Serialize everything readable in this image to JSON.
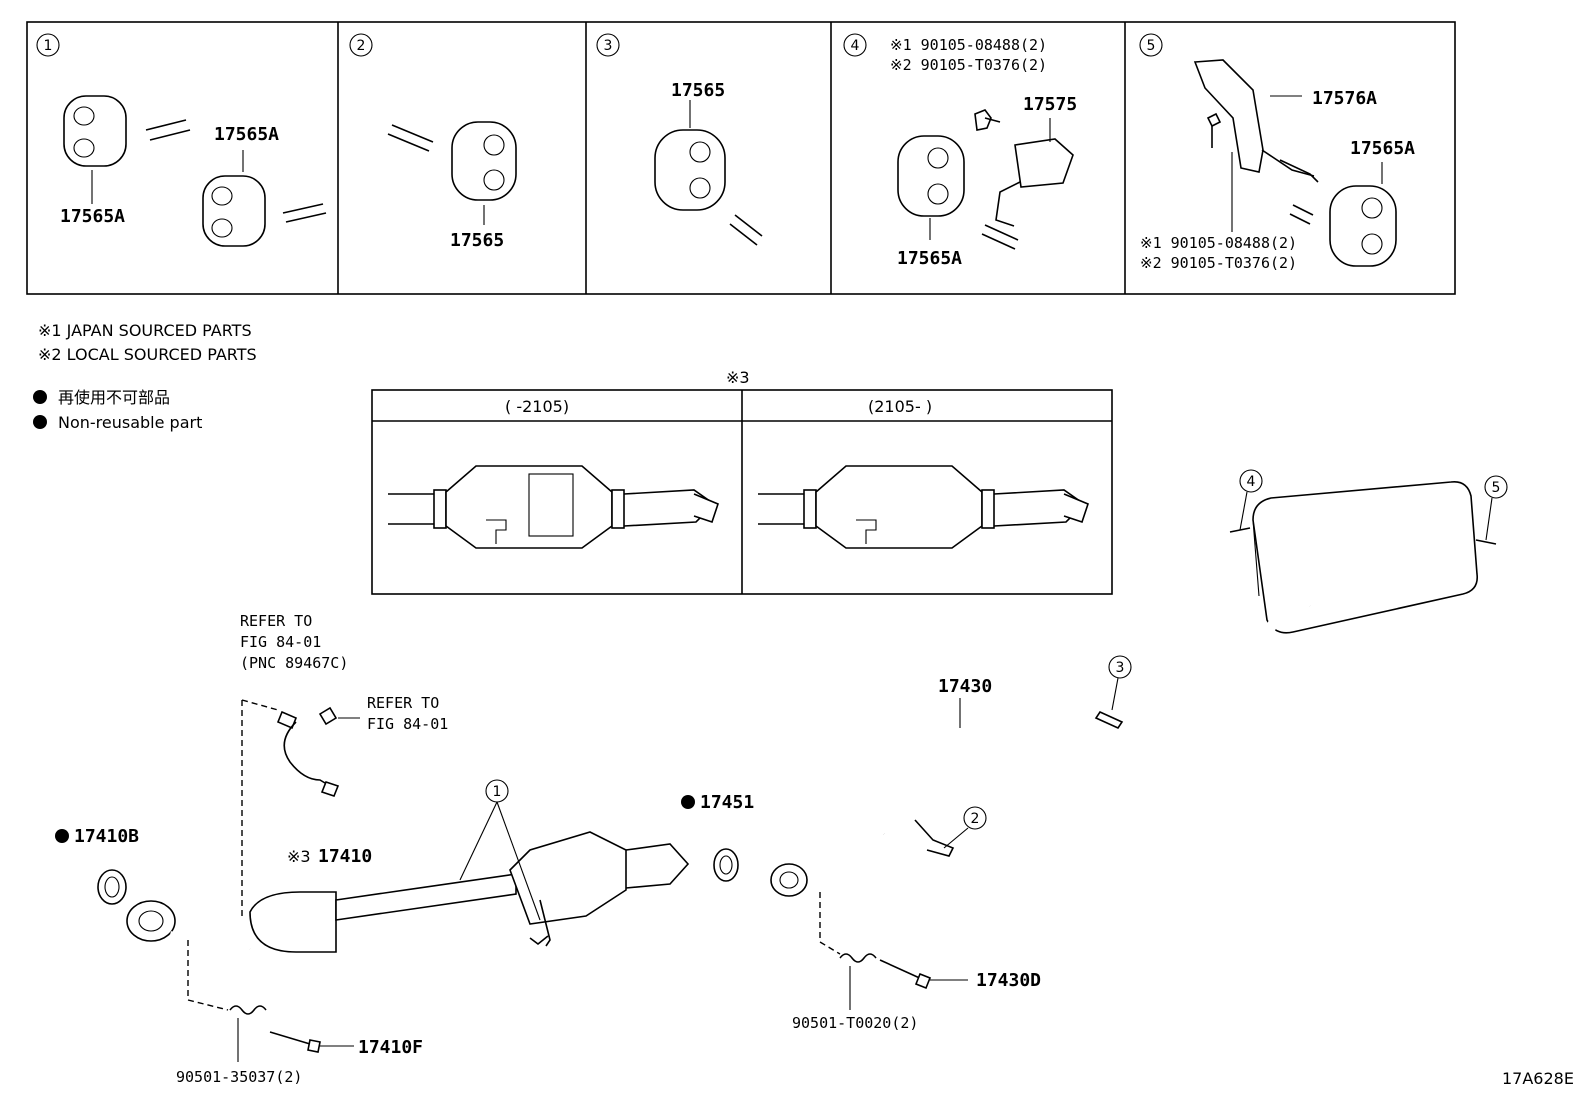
{
  "panels": [
    {
      "num": "1",
      "labels": [
        "17565A",
        "17565A"
      ]
    },
    {
      "num": "2",
      "labels": [
        "17565"
      ]
    },
    {
      "num": "3",
      "labels": [
        "17565"
      ]
    },
    {
      "num": "4",
      "notes": [
        "※1 90105-08488(2)",
        "※2 90105-T0376(2)"
      ],
      "labels": [
        "17575",
        "17565A"
      ]
    },
    {
      "num": "5",
      "labels": [
        "17576A",
        "17565A"
      ],
      "notes": [
        "※1 90105-08488(2)",
        "※2 90105-T0376(2)"
      ]
    }
  ],
  "legend": {
    "note1": "※1 JAPAN SOURCED PARTS",
    "note2": "※2 LOCAL SOURCED PARTS",
    "nonreuse_jp": "再使用不可部品",
    "nonreuse_en": "Non-reusable part"
  },
  "inset": {
    "marker": "※3",
    "col1": "(     -2105)",
    "col2": "(2105-     )"
  },
  "refs": {
    "sensor": [
      "REFER TO",
      "FIG 84-01",
      "(PNC 89467C)"
    ],
    "connector": [
      "REFER TO",
      "FIG 84-01"
    ]
  },
  "parts": {
    "p17410B": "17410B",
    "p17410_mark": "※3",
    "p17410": "17410",
    "p17451": "17451",
    "p17430": "17430",
    "p17430D": "17430D",
    "p90501_T": "90501-T0020(2)",
    "p17410F": "17410F",
    "p90501_35": "90501-35037(2)"
  },
  "callouts": [
    "1",
    "2",
    "3",
    "4",
    "5"
  ],
  "figure_id": "17A628E"
}
